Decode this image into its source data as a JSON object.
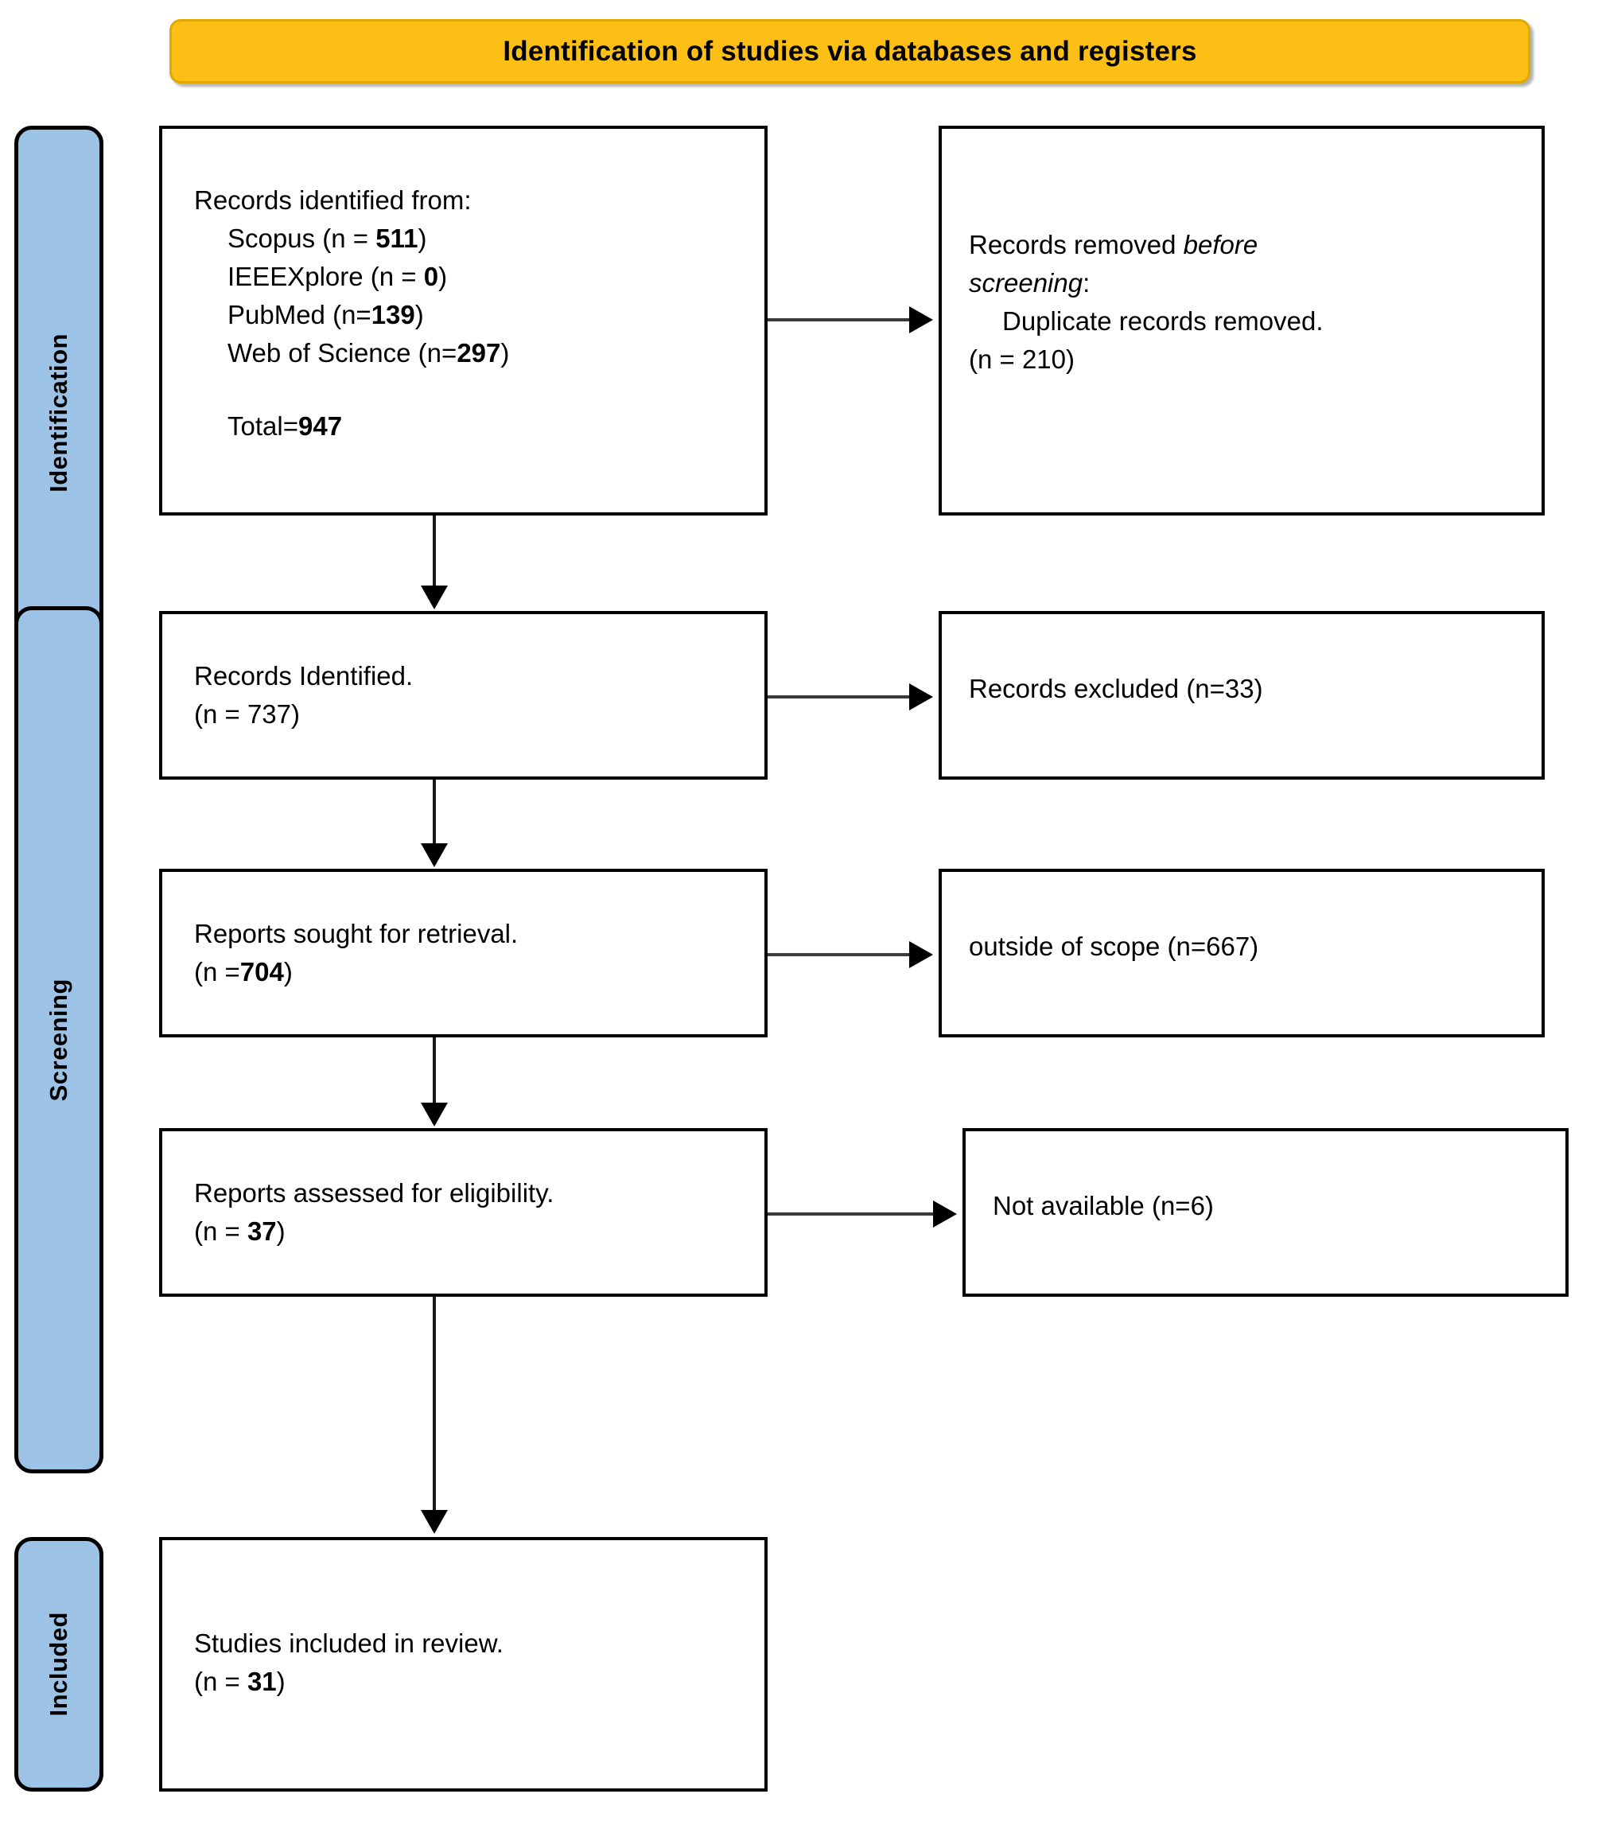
{
  "header": {
    "title": "Identification of studies via databases and registers",
    "bg_color": "#FBBF15"
  },
  "stages": {
    "identification": "Identification",
    "screening": "Screening",
    "included": "Included",
    "bg_color": "#9CC3E5"
  },
  "boxes": {
    "records_identified_from": {
      "heading": "Records identified from:",
      "sources": [
        {
          "label": "Scopus (n = ",
          "value": "511",
          "suffix": ")"
        },
        {
          "label": "IEEEXplore (n = ",
          "value": "0",
          "suffix": ")"
        },
        {
          "label": "PubMed (n=",
          "value": "139",
          "suffix": ")"
        },
        {
          "label": "Web of Science (n=",
          "value": "297",
          "suffix": ")"
        }
      ],
      "total_label": "Total=",
      "total_value": "947"
    },
    "records_removed": {
      "line1": "Records removed ",
      "line1_italic": "before",
      "line2_italic": "screening",
      "line2_suffix": ":",
      "line3": "Duplicate records removed.",
      "line4": "(n = 210)"
    },
    "records_identified": {
      "line1": "Records Identified.",
      "line2": "(n = 737)"
    },
    "records_excluded": {
      "line1": "Records excluded (n=33)"
    },
    "reports_sought": {
      "line1": "Reports sought for retrieval.",
      "line2_prefix": "(n =",
      "line2_value": "704",
      "line2_suffix": ")"
    },
    "outside_scope": {
      "line1": "outside of scope (n=667)"
    },
    "reports_assessed": {
      "line1": "Reports assessed for eligibility.",
      "line2_prefix": "(n = ",
      "line2_value": "37",
      "line2_suffix": ")"
    },
    "not_available": {
      "line1": "Not available (n=6)"
    },
    "studies_included": {
      "line1": "Studies included in review.",
      "line2_prefix": "(n = ",
      "line2_value": "31",
      "line2_suffix": ")"
    }
  },
  "chart_data": {
    "type": "diagram",
    "title": "Identification of studies via databases and registers",
    "nodes": [
      {
        "id": "identified_from",
        "stage": "Identification",
        "label": "Records identified from databases",
        "n": 947,
        "breakdown": {
          "Scopus": 511,
          "IEEEXplore": 0,
          "PubMed": 139,
          "Web of Science": 297
        }
      },
      {
        "id": "removed_before_screening",
        "stage": "Identification",
        "label": "Records removed before screening: Duplicate records removed.",
        "n": 210
      },
      {
        "id": "records_identified",
        "stage": "Screening",
        "label": "Records Identified.",
        "n": 737
      },
      {
        "id": "records_excluded",
        "stage": "Screening",
        "label": "Records excluded",
        "n": 33
      },
      {
        "id": "reports_sought",
        "stage": "Screening",
        "label": "Reports sought for retrieval.",
        "n": 704
      },
      {
        "id": "outside_scope",
        "stage": "Screening",
        "label": "outside of scope",
        "n": 667
      },
      {
        "id": "reports_assessed",
        "stage": "Screening",
        "label": "Reports assessed for eligibility.",
        "n": 37
      },
      {
        "id": "not_available",
        "stage": "Screening",
        "label": "Not available",
        "n": 6
      },
      {
        "id": "studies_included",
        "stage": "Included",
        "label": "Studies included in review.",
        "n": 31
      }
    ],
    "edges": [
      {
        "from": "identified_from",
        "to": "removed_before_screening"
      },
      {
        "from": "identified_from",
        "to": "records_identified"
      },
      {
        "from": "records_identified",
        "to": "records_excluded"
      },
      {
        "from": "records_identified",
        "to": "reports_sought"
      },
      {
        "from": "reports_sought",
        "to": "outside_scope"
      },
      {
        "from": "reports_sought",
        "to": "reports_assessed"
      },
      {
        "from": "reports_assessed",
        "to": "not_available"
      },
      {
        "from": "reports_assessed",
        "to": "studies_included"
      }
    ]
  }
}
